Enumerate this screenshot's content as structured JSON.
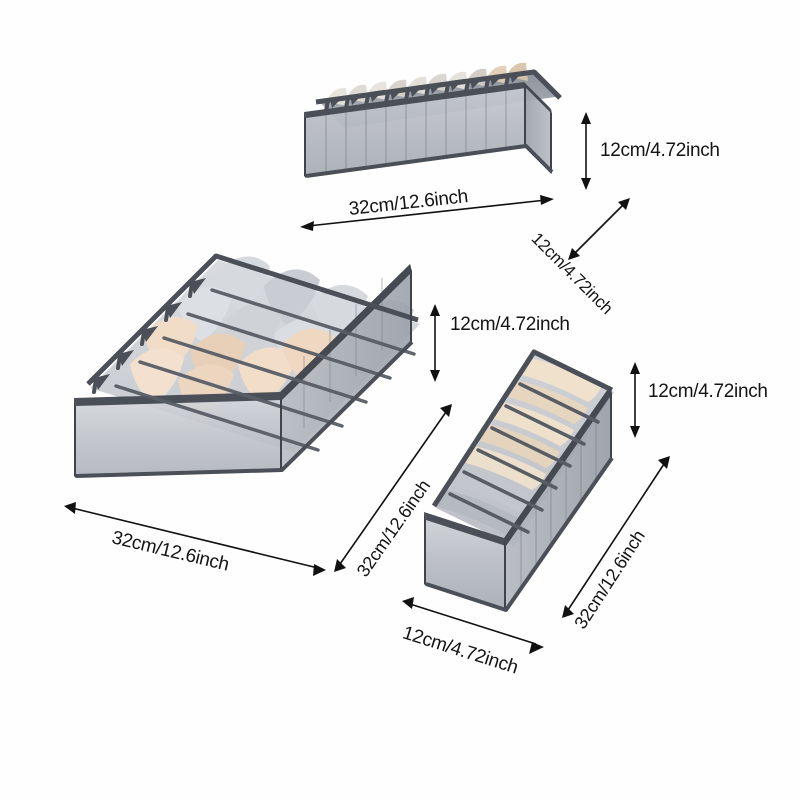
{
  "scene": {
    "background_color": "#ffffff",
    "product_type": "mesh drawer organizer set",
    "item_count": 3
  },
  "palette": {
    "frame_dark": "#4a4f58",
    "frame_edge": "#3c4148",
    "mesh_light": "#cfd2d7",
    "mesh_mid": "#b4b8bf",
    "mesh_shadow": "#9aa0a8",
    "bra_nude": "#f0d9c4",
    "bra_nude_dark": "#e2c3a9",
    "bra_grey": "#d8dade",
    "bra_grey_dark": "#c2c6cc",
    "label_text": "#141414",
    "arrow": "#111111"
  },
  "organizers": [
    {
      "id": "top-organizer",
      "name": "11-compartment slim organizer",
      "compartments": 11,
      "content": "folded underwear",
      "dimensions": {
        "width": "32cm/12.6inch",
        "height": "12cm/4.72inch",
        "depth": "12cm/4.72inch"
      }
    },
    {
      "id": "middle-organizer",
      "name": "6-compartment bra organizer",
      "compartments": 6,
      "content": "bras",
      "dimensions": {
        "width": "32cm/12.6inch",
        "height": "12cm/4.72inch",
        "depth": "32cm/12.6inch"
      }
    },
    {
      "id": "right-organizer",
      "name": "7-compartment narrow organizer",
      "compartments": 7,
      "content": "folded garments",
      "dimensions": {
        "width": "12cm/4.72inch",
        "height": "12cm/4.72inch",
        "depth": "32cm/12.6inch"
      }
    }
  ],
  "labels": {
    "top_width": "32cm/12.6inch",
    "top_height": "12cm/4.72inch",
    "top_depth": "12cm/4.72inch",
    "mid_width": "32cm/12.6inch",
    "mid_height": "12cm/4.72inch",
    "mid_depth": "32cm/12.6inch",
    "right_width": "12cm/4.72inch",
    "right_height": "12cm/4.72inch",
    "right_depth": "32cm/12.6inch"
  }
}
